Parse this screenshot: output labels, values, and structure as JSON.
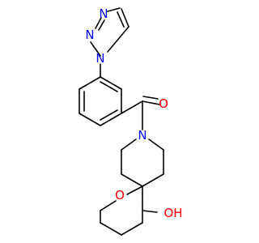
{
  "molecule": {
    "labels": {
      "triazole_n1": "N",
      "triazole_n2": "N",
      "triazole_n3": "N",
      "carbonyl_o": "O",
      "spiro_amine_n": "N",
      "ring_ether_o": "O",
      "hydroxyl": "OH"
    },
    "colors": {
      "bond": "#000000",
      "nitrogen": "#0000FF",
      "oxygen": "#FF0000"
    }
  }
}
